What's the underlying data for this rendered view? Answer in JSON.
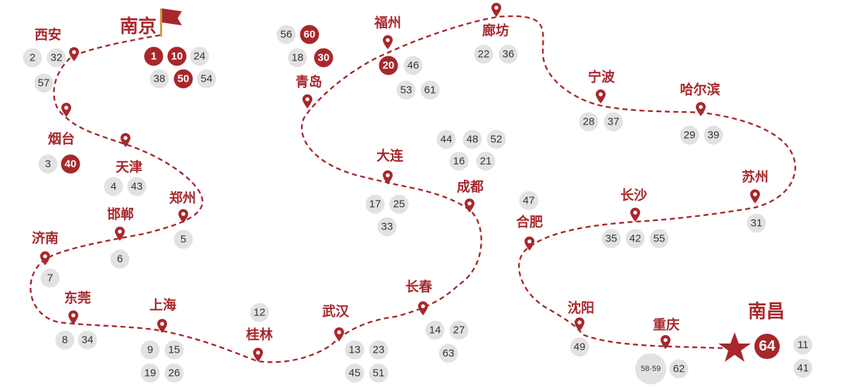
{
  "colors": {
    "accent": "#a8272b",
    "badge_bg": "#e2e2e2",
    "badge_text": "#333333"
  },
  "start_marker": "red-flag-icon",
  "end_marker": "star-icon",
  "cities": [
    {
      "id": "nanjing",
      "name": "南京",
      "major": true,
      "badges": [
        {
          "t": "1",
          "hl": true
        },
        {
          "t": "10",
          "hl": true
        },
        {
          "t": "24"
        },
        {
          "t": "38"
        },
        {
          "t": "50",
          "hl": true
        },
        {
          "t": "54"
        }
      ]
    },
    {
      "id": "xian",
      "name": "西安",
      "badges": [
        {
          "t": "2"
        },
        {
          "t": "32"
        },
        {
          "t": "57"
        }
      ]
    },
    {
      "id": "yantai",
      "name": "烟台",
      "badges": [
        {
          "t": "3"
        },
        {
          "t": "40",
          "hl": true
        }
      ]
    },
    {
      "id": "tianjin",
      "name": "天津",
      "badges": [
        {
          "t": "4"
        },
        {
          "t": "43"
        }
      ]
    },
    {
      "id": "zhengzhou",
      "name": "郑州",
      "badges": [
        {
          "t": "5"
        }
      ]
    },
    {
      "id": "handan",
      "name": "邯郸",
      "badges": [
        {
          "t": "6"
        }
      ]
    },
    {
      "id": "jinan",
      "name": "济南",
      "badges": [
        {
          "t": "7"
        }
      ]
    },
    {
      "id": "dongguan",
      "name": "东莞",
      "badges": [
        {
          "t": "8"
        },
        {
          "t": "34"
        }
      ]
    },
    {
      "id": "shanghai",
      "name": "上海",
      "badges": [
        {
          "t": "9"
        },
        {
          "t": "15"
        },
        {
          "t": "19"
        },
        {
          "t": "26"
        }
      ]
    },
    {
      "id": "guilin",
      "name": "桂林",
      "badges": [
        {
          "t": "12"
        }
      ]
    },
    {
      "id": "wuhan",
      "name": "武汉",
      "badges": [
        {
          "t": "13"
        },
        {
          "t": "23"
        },
        {
          "t": "45"
        },
        {
          "t": "51"
        }
      ]
    },
    {
      "id": "changchun",
      "name": "长春",
      "badges": [
        {
          "t": "14"
        },
        {
          "t": "27"
        },
        {
          "t": "63"
        }
      ]
    },
    {
      "id": "chengdu",
      "name": "成都",
      "badges": [
        {
          "t": "44"
        },
        {
          "t": "48"
        },
        {
          "t": "52"
        },
        {
          "t": "16"
        },
        {
          "t": "21"
        }
      ]
    },
    {
      "id": "dalian",
      "name": "大连",
      "badges": [
        {
          "t": "17"
        },
        {
          "t": "25"
        },
        {
          "t": "33"
        }
      ]
    },
    {
      "id": "qingdao",
      "name": "青岛",
      "badges": [
        {
          "t": "56"
        },
        {
          "t": "60",
          "hl": true
        },
        {
          "t": "18"
        },
        {
          "t": "30",
          "hl": true
        }
      ]
    },
    {
      "id": "fuzhou",
      "name": "福州",
      "badges": [
        {
          "t": "20",
          "hl": true
        },
        {
          "t": "46"
        },
        {
          "t": "53"
        },
        {
          "t": "61"
        }
      ]
    },
    {
      "id": "langfang",
      "name": "廊坊",
      "badges": [
        {
          "t": "22"
        },
        {
          "t": "36"
        }
      ]
    },
    {
      "id": "ningbo",
      "name": "宁波",
      "badges": [
        {
          "t": "28"
        },
        {
          "t": "37"
        }
      ]
    },
    {
      "id": "haerbin",
      "name": "哈尔滨",
      "badges": [
        {
          "t": "29"
        },
        {
          "t": "39"
        }
      ]
    },
    {
      "id": "suzhou",
      "name": "苏州",
      "badges": [
        {
          "t": "31"
        }
      ]
    },
    {
      "id": "changsha",
      "name": "长沙",
      "badges": [
        {
          "t": "35"
        },
        {
          "t": "42"
        },
        {
          "t": "55"
        }
      ]
    },
    {
      "id": "hefei",
      "name": "合肥",
      "badges": [
        {
          "t": "47"
        }
      ]
    },
    {
      "id": "shenyang",
      "name": "沈阳",
      "badges": [
        {
          "t": "49"
        }
      ]
    },
    {
      "id": "chongqing",
      "name": "重庆",
      "badges": [
        {
          "t": "58·59",
          "small": true
        },
        {
          "t": "62"
        }
      ]
    },
    {
      "id": "nanchang",
      "name": "南昌",
      "major": true,
      "badges": [
        {
          "t": "64",
          "hl": true,
          "big": true
        },
        {
          "t": "11"
        },
        {
          "t": "41"
        }
      ]
    }
  ]
}
